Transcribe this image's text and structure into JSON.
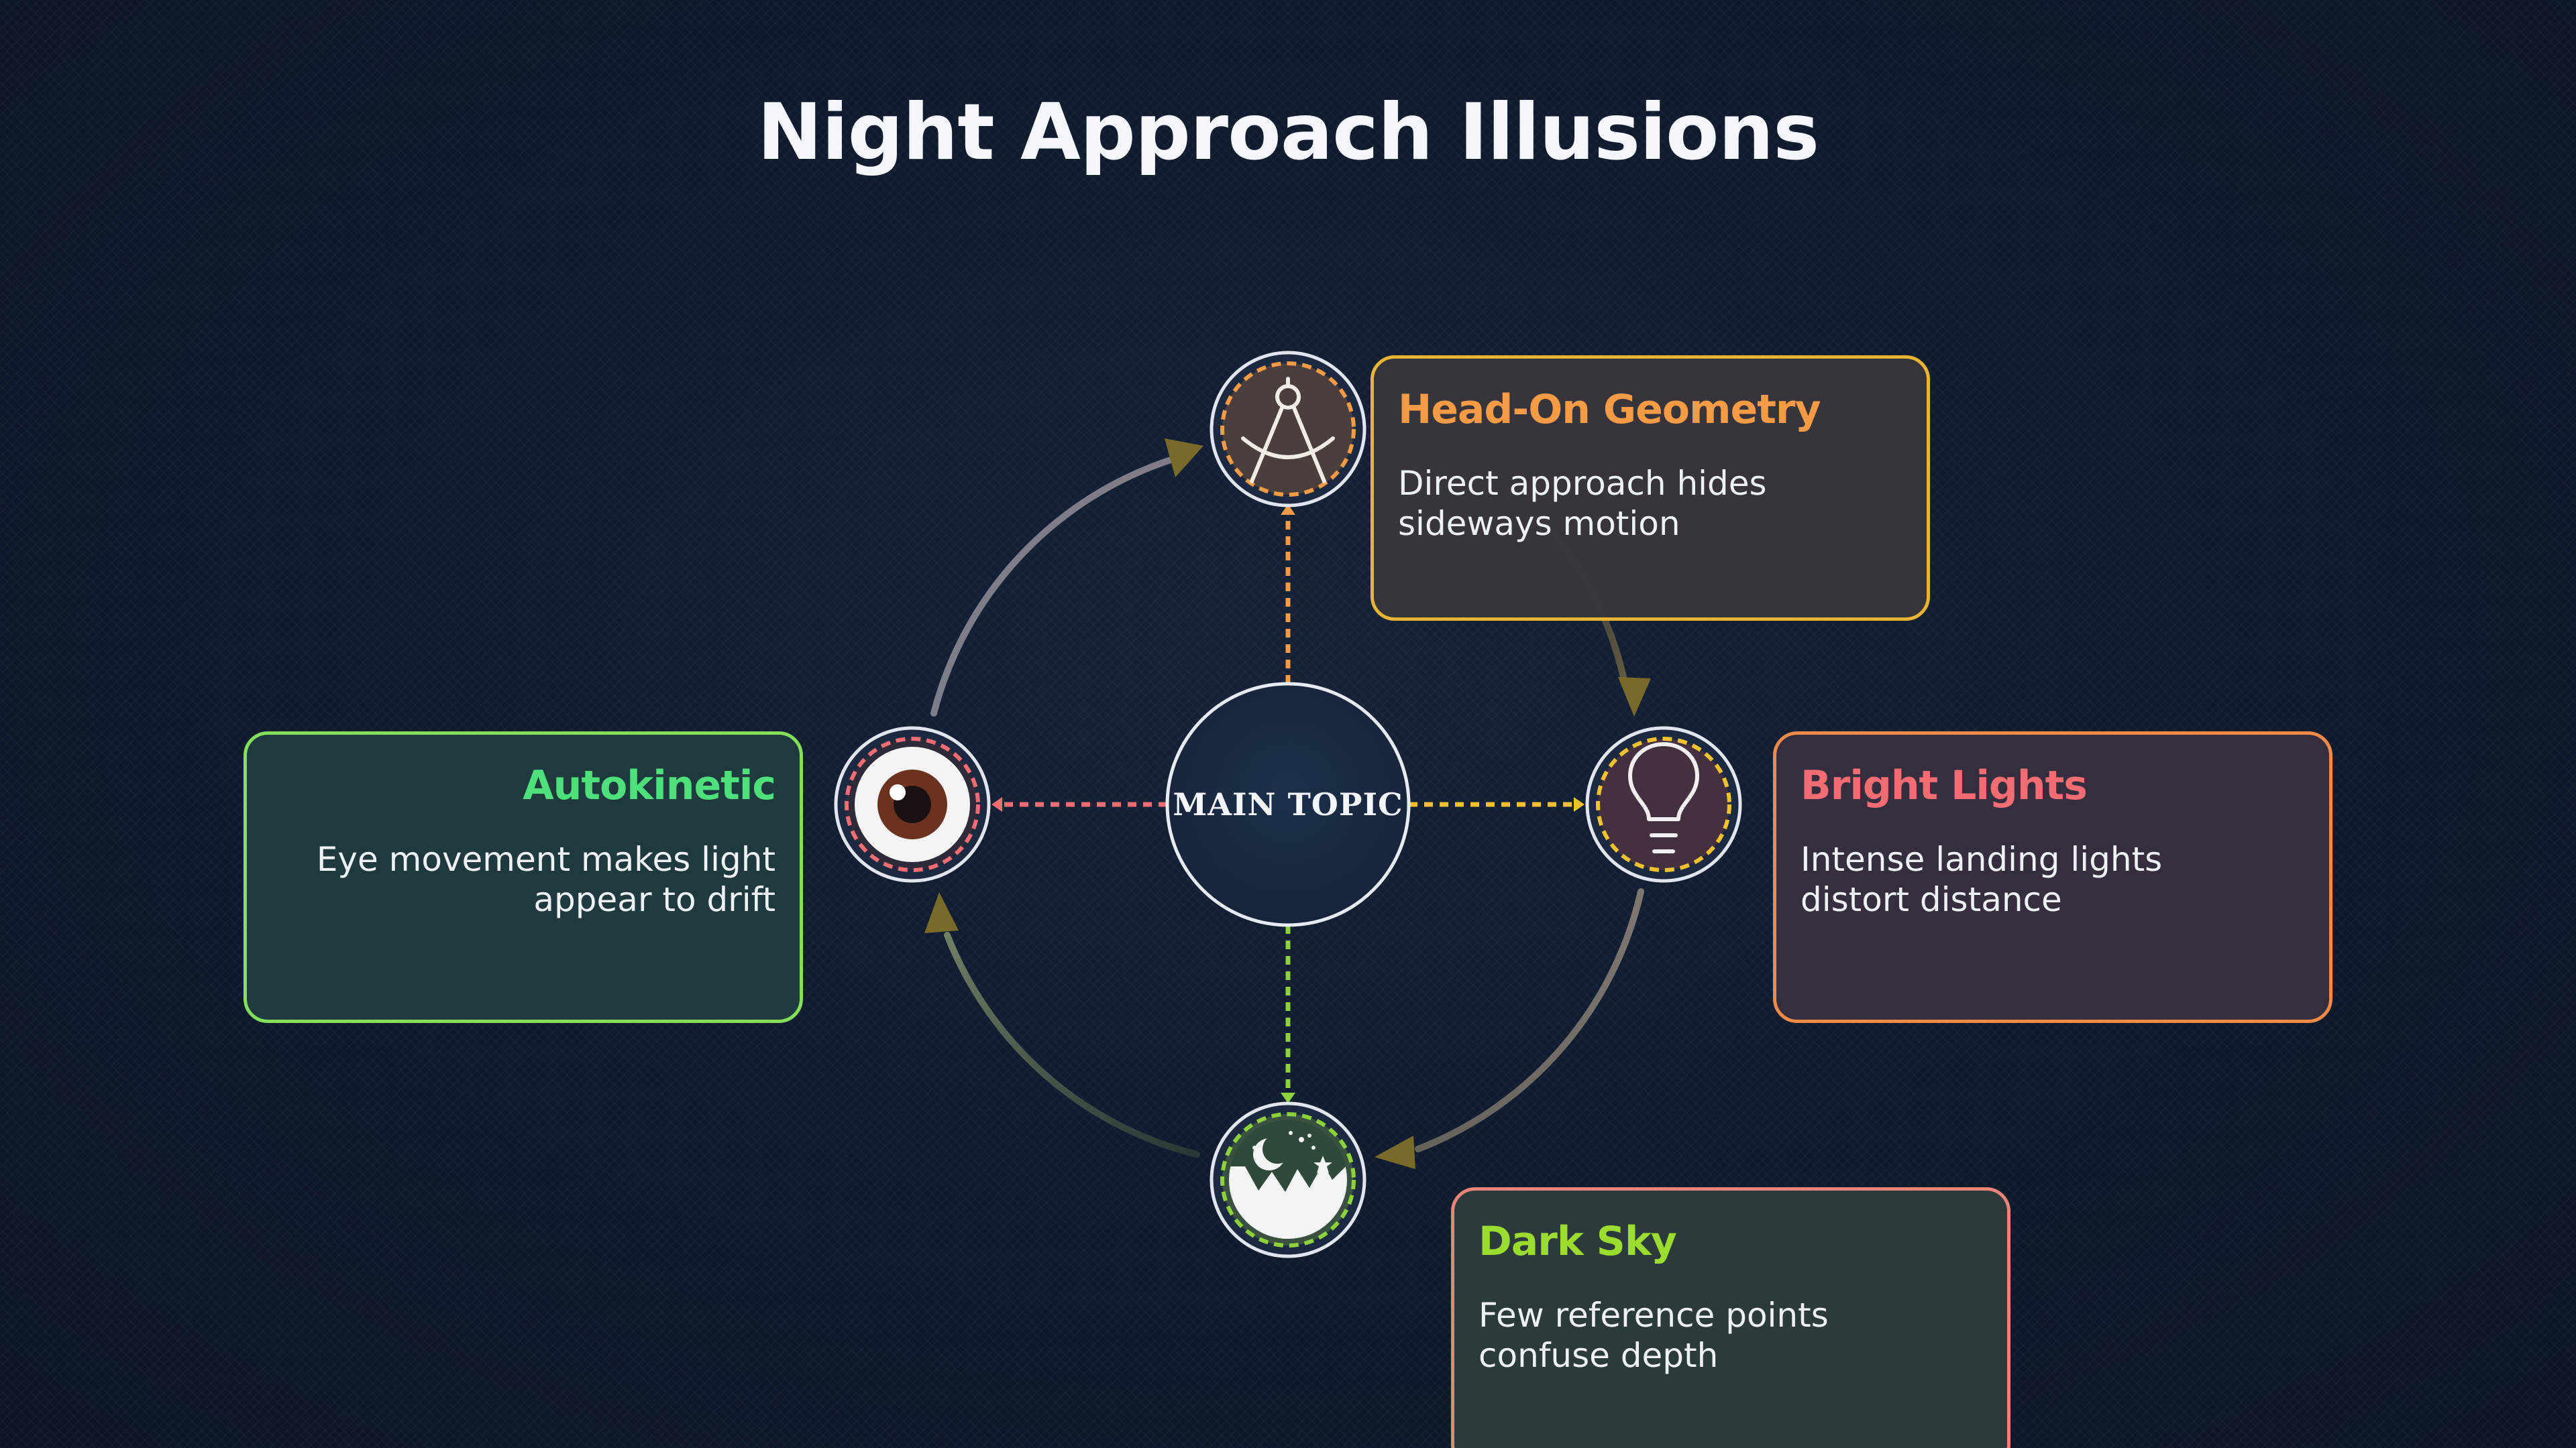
{
  "title": "Night Approach Illusions",
  "center": {
    "label": "MAIN TOPIC"
  },
  "nodes": [
    {
      "id": "head-on",
      "title": "Head-On Geometry",
      "description": "Direct approach hides\nsideways motion",
      "icon": "compass-icon",
      "accent": "#f59a45",
      "border": "#e8b432"
    },
    {
      "id": "bright",
      "title": "Bright Lights",
      "description": "Intense landing lights\ndistort distance",
      "icon": "lightbulb-icon",
      "accent": "#f26d73",
      "border": "#ef8a48"
    },
    {
      "id": "dark",
      "title": "Dark Sky",
      "description": "Few reference points\nconfuse depth",
      "icon": "night-mountain-icon",
      "accent": "#9bdc2e",
      "border": "#e88478"
    },
    {
      "id": "auto",
      "title": "Autokinetic",
      "description": "Eye movement makes light \nappear to drift",
      "icon": "eye-icon",
      "accent": "#4ee07a",
      "border": "#84e05a"
    }
  ],
  "colors": {
    "background": "#0f1a2c",
    "center_fill": "#1a2a42",
    "arrow_head": "#7a6a2a",
    "connector_top": "#f59a45",
    "connector_right": "#f2c12e",
    "connector_bottom": "#8ed13a",
    "connector_left": "#f26d73"
  }
}
